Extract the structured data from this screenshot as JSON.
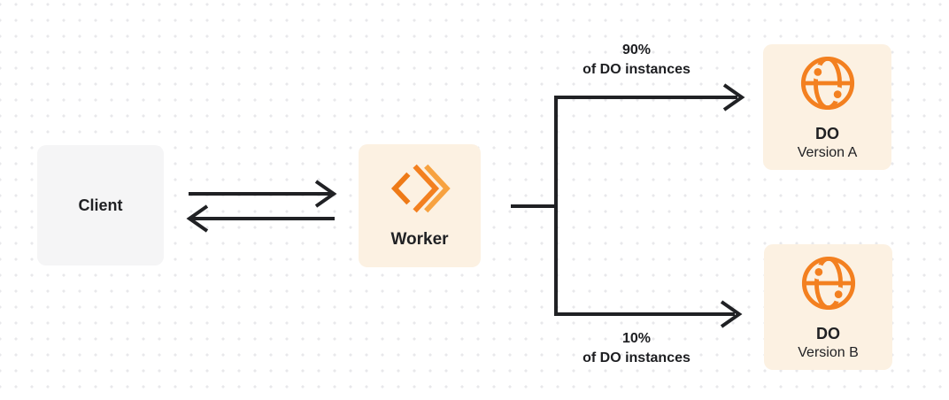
{
  "diagram": {
    "nodes": {
      "client": {
        "label": "Client"
      },
      "worker": {
        "label": "Worker",
        "icon": "cloudflare-workers-logo-icon"
      },
      "do_a": {
        "title": "DO",
        "subtitle": "Version A",
        "icon": "durable-object-globe-icon"
      },
      "do_b": {
        "title": "DO",
        "subtitle": "Version B",
        "icon": "durable-object-globe-icon"
      }
    },
    "edges": {
      "client_worker": {
        "description": "bidirectional arrows between Client and Worker"
      },
      "to_version_a": {
        "percent": "90%",
        "caption": "of DO instances"
      },
      "to_version_b": {
        "percent": "10%",
        "caption": "of DO instances"
      }
    },
    "colors": {
      "orange": "#F38020",
      "orange_dark": "#EE7A17",
      "orange_light": "#F7A240",
      "cream_box": "#FCF1E2",
      "client_box": "#F5F5F6",
      "line_dark": "#202124",
      "dot_grid": "#E8E8EB"
    }
  }
}
